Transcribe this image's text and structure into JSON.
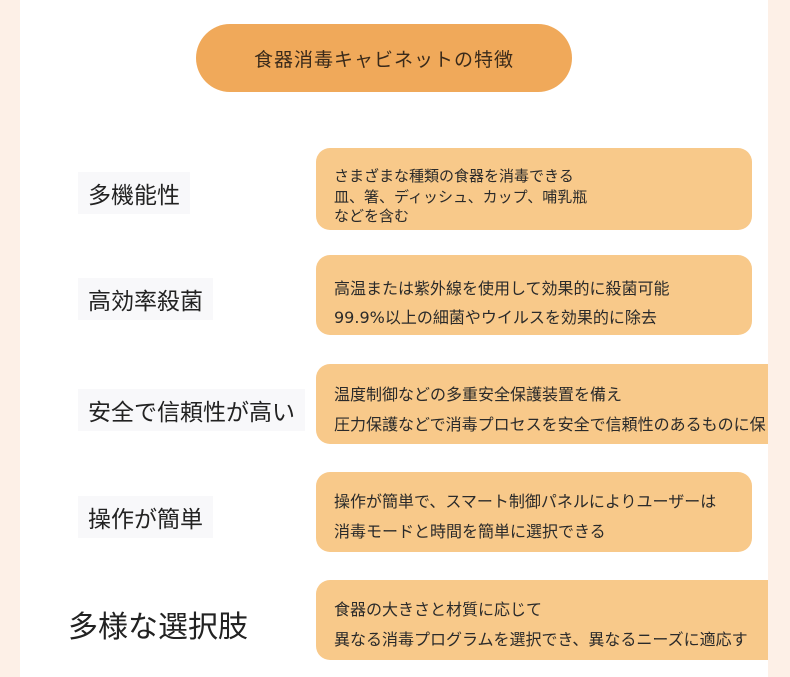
{
  "title": "食器消毒キャビネットの特徴",
  "features": [
    {
      "label": "多機能性",
      "lines": [
        "さまざまな種類の食器を消毒できる",
        "皿、箸、ディッシュ、カップ、哺乳瓶",
        "などを含む"
      ]
    },
    {
      "label": "高効率殺菌",
      "lines": [
        "高温または紫外線を使用して効果的に殺菌可能",
        "99.9%以上の細菌やウイルスを効果的に除去"
      ]
    },
    {
      "label": "安全で信頼性が高い",
      "lines": [
        "温度制御などの多重安全保護装置を備え",
        "圧力保護などで消毒プロセスを安全で信頼性のあるものに保"
      ]
    },
    {
      "label": "操作が簡単",
      "lines": [
        "操作が簡単で、スマート制御パネルによりユーザーは",
        "消毒モードと時間を簡単に選択できる"
      ]
    },
    {
      "label": "多様な選択肢",
      "lines": [
        "食器の大きさと材質に応じて",
        "異なる消毒プログラムを選択でき、異なるニーズに適応す"
      ]
    }
  ],
  "colors": {
    "background": "#fdf0e7",
    "title_pill": "#f0a95a",
    "card": "#f8c98a"
  }
}
